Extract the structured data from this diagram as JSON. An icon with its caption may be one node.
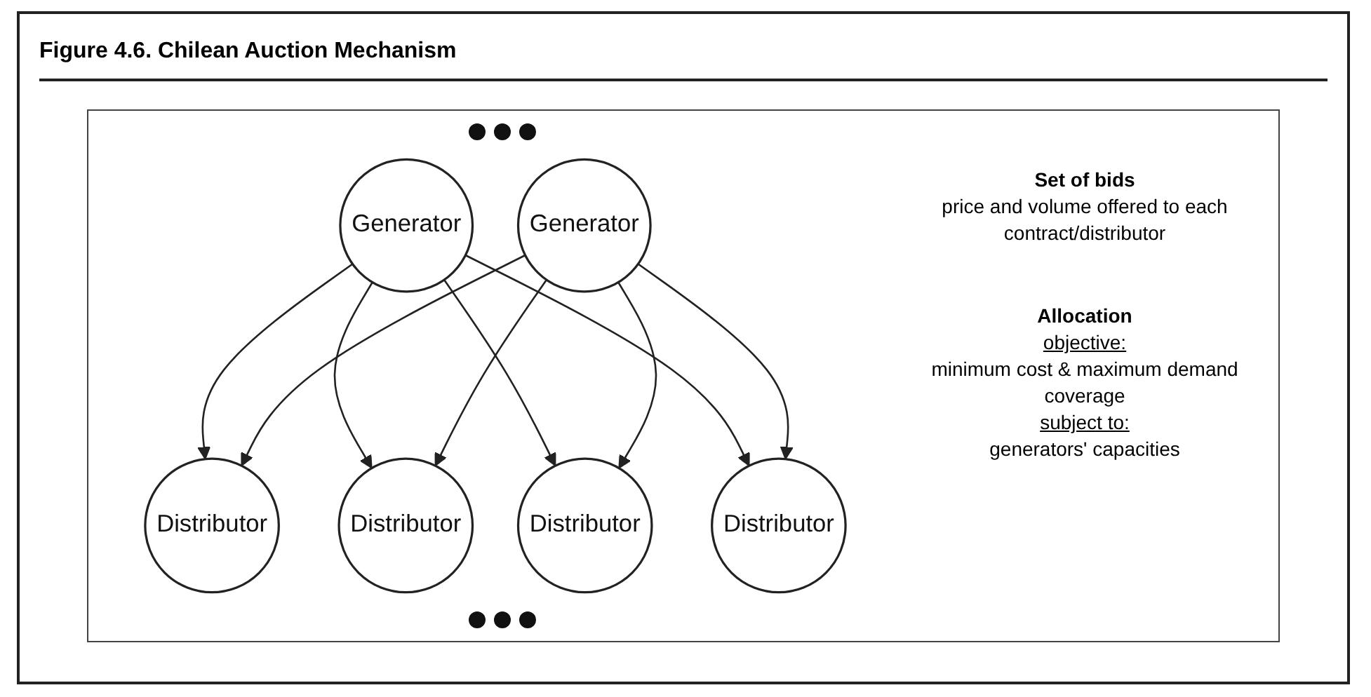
{
  "diagram": {
    "title": "Figure 4.6.  Chilean Auction Mechanism",
    "nodes": [
      {
        "text": [
          "Generator"
        ]
      },
      {
        "text": [
          "Generator"
        ]
      },
      {
        "text": [
          "Distributor"
        ]
      },
      {
        "text": [
          "Distributor"
        ]
      },
      {
        "text": [
          "Distributor"
        ]
      },
      {
        "text": [
          "Distributor"
        ]
      }
    ],
    "edges": [
      {
        "from": 0,
        "to": 2,
        "arrow": "to"
      },
      {
        "from": 0,
        "to": 3,
        "arrow": "to"
      },
      {
        "from": 0,
        "to": 4,
        "arrow": "to"
      },
      {
        "from": 0,
        "to": 5,
        "arrow": "to"
      },
      {
        "from": 1,
        "to": 2,
        "arrow": "to"
      },
      {
        "from": 1,
        "to": 3,
        "arrow": "to"
      },
      {
        "from": 1,
        "to": 4,
        "arrow": "to"
      },
      {
        "from": 1,
        "to": 5,
        "arrow": "to"
      }
    ],
    "labels": [
      "Set of bids",
      "price and volume offered to each contract/distributor",
      "Allocation",
      "objective:",
      "minimum cost & maximum demand coverage",
      "subject to:",
      "generators' capacities"
    ]
  }
}
